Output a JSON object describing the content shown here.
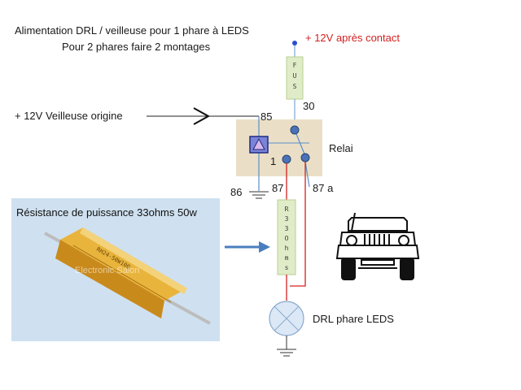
{
  "title": {
    "line1": "Alimentation DRL / veilleuse pour 1 phare à LEDS",
    "line2": "Pour 2 phares faire 2 montages"
  },
  "supply": {
    "label": "+ 12V après contact"
  },
  "fuse": {
    "letters": [
      "F",
      "U",
      "S"
    ]
  },
  "veilleuse": {
    "label": "+ 12V Veilleuse origine"
  },
  "relay": {
    "label": "Relai",
    "pins": {
      "p85": "85",
      "p30": "30",
      "p86": "86",
      "p87": "87",
      "p87a": "87 a",
      "p1": "1"
    }
  },
  "resistor": {
    "caption": "Résistance de puissance 33ohms 50w",
    "letters": [
      "R",
      "3",
      "3",
      "O",
      "h",
      "m",
      "s"
    ],
    "photo_marking": "RH24-50W100",
    "watermark": "Electronic Salon"
  },
  "drl": {
    "label": "DRL phare LEDS"
  },
  "colors": {
    "supply_text": "#d42020",
    "red_wire": "#d42020",
    "blue_wire": "#5b8fc9",
    "component_fill": "#e0ecc8",
    "component_border": "#b8cf90",
    "relay_fill": "#eadfc6",
    "photo_bg": "#cfe1f0",
    "arrow_blue": "#4a7fbf",
    "lamp_fill": "#dce8f6"
  }
}
